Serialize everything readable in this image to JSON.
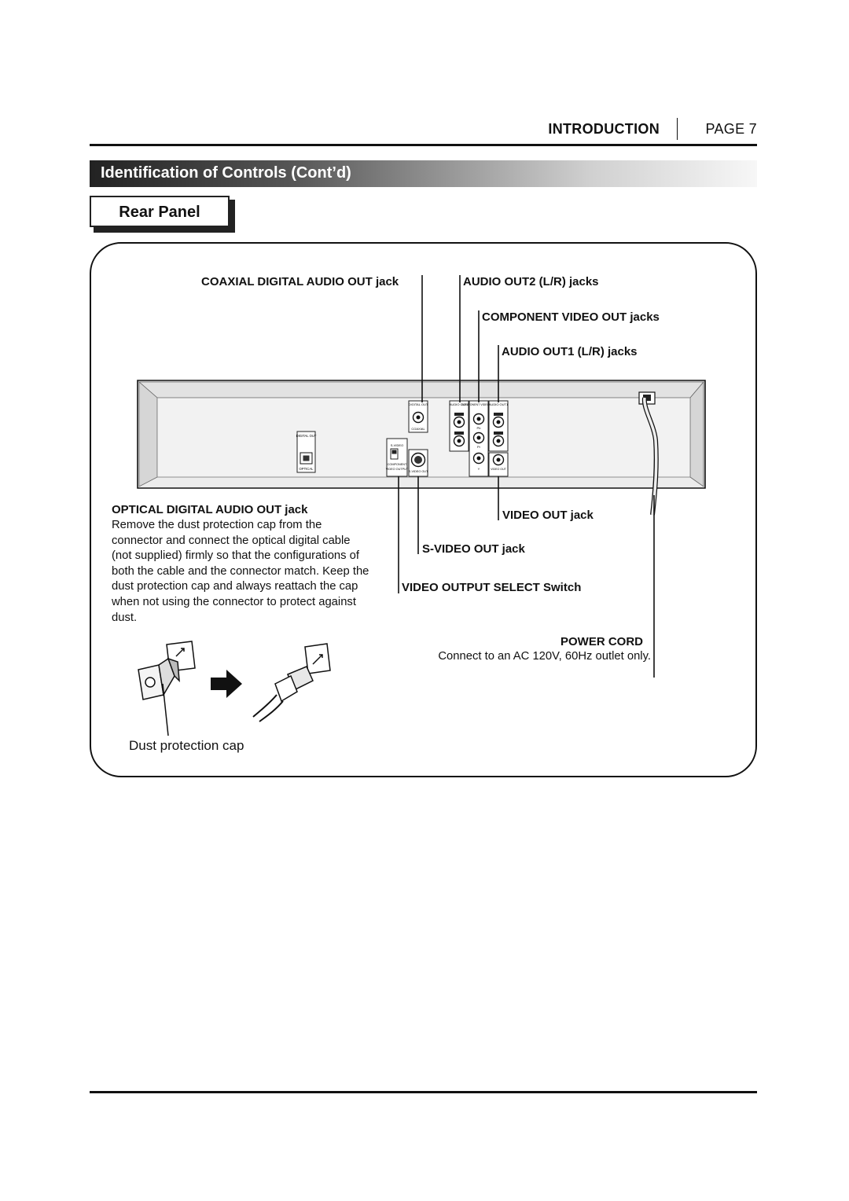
{
  "header": {
    "section": "INTRODUCTION",
    "page": "PAGE 7"
  },
  "banner": {
    "title": "Identification of Controls (Cont’d)"
  },
  "subsection": {
    "title": "Rear Panel"
  },
  "callouts": {
    "coaxial": "COAXIAL DIGITAL AUDIO OUT jack",
    "audio_out2": "AUDIO OUT2 (L/R) jacks",
    "component": "COMPONENT VIDEO OUT jacks",
    "audio_out1": "AUDIO OUT1 (L/R) jacks",
    "optical": "OPTICAL DIGITAL AUDIO OUT jack",
    "video_out": "VIDEO OUT jack",
    "svideo_out": "S-VIDEO OUT jack",
    "video_select": "VIDEO OUTPUT SELECT Switch",
    "power_cord": "POWER CORD"
  },
  "optical_description": "Remove the dust protection cap from the connector and connect the optical digital cable (not supplied) firmly so that the configurations of both the cable and the connector match. Keep the dust protection cap and always reattach the cap when not using the connector to protect against dust.",
  "power_note": "Connect to an AC 120V, 60Hz outlet only.",
  "dust_cap_label": "Dust protection cap",
  "panel_labels": {
    "digital_out": "DIGITAL OUT",
    "coaxial": "COAXIAL",
    "optical": "OPTICAL",
    "audio_out2": "AUDIO OUT2",
    "component_video_out": "COMPONENT VIDEO OUT",
    "audio_out1": "AUDIO OUT1",
    "s_video": "S-VIDEO",
    "component": "COMPONENT",
    "video_output": "VIDEO OUTPUT",
    "s_video_out": "S-VIDEO OUT",
    "video_out": "VIDEO OUT",
    "pb": "Pb",
    "pr": "Pr",
    "y": "Y"
  }
}
